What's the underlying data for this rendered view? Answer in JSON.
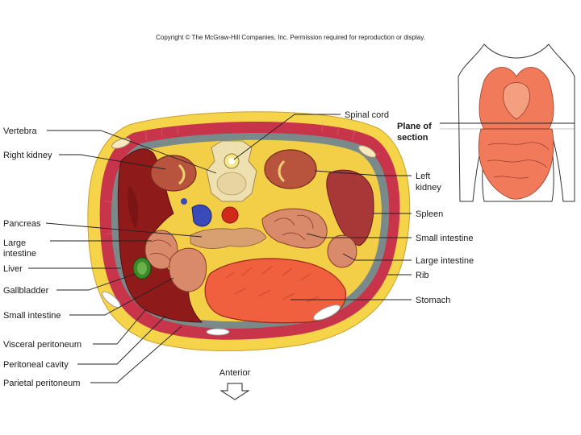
{
  "copyright": "Copyright © The McGraw-Hill Companies, Inc. Permission required for reproduction or display.",
  "labels_left": {
    "vertebra": "Vertebra",
    "right_kidney": "Right kidney",
    "pancreas": "Pancreas",
    "large_intestine_1": "Large",
    "large_intestine_2": "intestine",
    "liver": "Liver",
    "gallbladder": "Gallbladder",
    "small_intestine": "Small intestine",
    "visceral_peritoneum": "Visceral peritoneum",
    "peritoneal_cavity": "Peritoneal cavity",
    "parietal_peritoneum": "Parietal peritoneum"
  },
  "labels_right": {
    "spinal_cord": "Spinal cord",
    "left_kidney_1": "Left",
    "left_kidney_2": "kidney",
    "spleen": "Spleen",
    "small_intestine": "Small intestine",
    "large_intestine": "Large intestine",
    "rib": "Rib",
    "stomach": "Stomach"
  },
  "plane_of_section_1": "Plane of",
  "plane_of_section_2": "section",
  "anterior": "Anterior",
  "colors": {
    "fat": "#f6d44a",
    "muscle": "#c8344a",
    "liver": "#8e1a1a",
    "stomach": "#f0603e",
    "peritoneum": "#7a8a8a",
    "kidney": "#b8543e",
    "intestine": "#d98a6a",
    "pancreas": "#d8a070",
    "gallbladder": "#3a8a2a",
    "vertebra": "#efe0b0",
    "spleen": "#a83838",
    "silhouette_organs": "#f07a5a"
  }
}
